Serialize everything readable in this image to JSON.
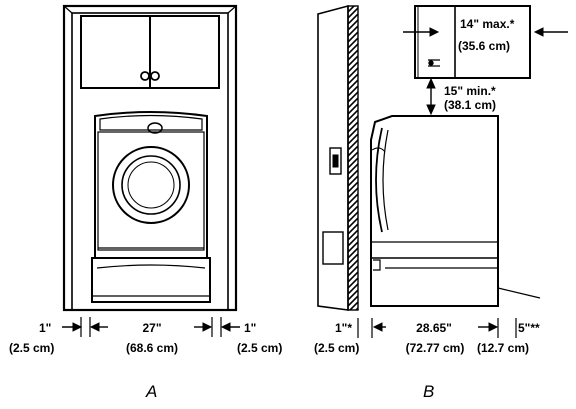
{
  "figure_a": {
    "letter": "A",
    "left_gap": {
      "in": "1\"",
      "cm": "(2.5 cm)"
    },
    "width": {
      "in": "27\"",
      "cm": "(68.6 cm)"
    },
    "right_gap": {
      "in": "1\"",
      "cm": "(2.5 cm)"
    }
  },
  "figure_b": {
    "letter": "B",
    "cabinet_depth": {
      "in": "14\" max.*",
      "cm": "(35.6 cm)"
    },
    "top_clearance": {
      "in": "15\" min.*",
      "cm": "(38.1 cm)"
    },
    "back_gap": {
      "in": "1\"*",
      "cm": "(2.5 cm)"
    },
    "depth": {
      "in": "28.65\"",
      "cm": "(72.77 cm)"
    },
    "front_gap": {
      "in": "5\"**",
      "cm": "(12.7 cm)"
    }
  }
}
